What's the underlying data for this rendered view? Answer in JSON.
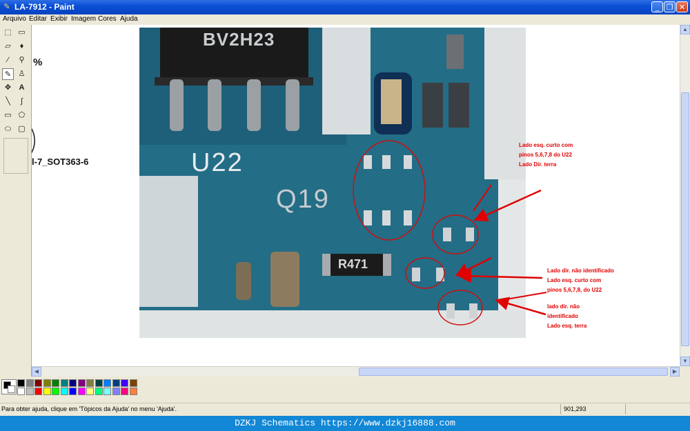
{
  "window": {
    "title": "LA-7912 - Paint",
    "buttons": {
      "minimize": "_",
      "maximize": "❐",
      "close": "✕"
    }
  },
  "menu": [
    "Arquivo",
    "Editar",
    "Exibir",
    "Imagem",
    "Cores",
    "Ajuda"
  ],
  "tools": [
    {
      "name": "free-select-icon",
      "glyph": "⬚"
    },
    {
      "name": "rect-select-icon",
      "glyph": "▭"
    },
    {
      "name": "eraser-icon",
      "glyph": "▱"
    },
    {
      "name": "fill-bucket-icon",
      "glyph": "♦"
    },
    {
      "name": "color-picker-icon",
      "glyph": "⁄"
    },
    {
      "name": "magnifier-icon",
      "glyph": "⚲"
    },
    {
      "name": "pencil-icon",
      "glyph": "✎"
    },
    {
      "name": "brush-icon",
      "glyph": "♙"
    },
    {
      "name": "airbrush-icon",
      "glyph": "✥"
    },
    {
      "name": "text-tool-icon",
      "glyph": "A"
    },
    {
      "name": "line-tool-icon",
      "glyph": "╲"
    },
    {
      "name": "curve-tool-icon",
      "glyph": "∫"
    },
    {
      "name": "rectangle-tool-icon",
      "glyph": "▭"
    },
    {
      "name": "polygon-tool-icon",
      "glyph": "⬠"
    },
    {
      "name": "ellipse-tool-icon",
      "glyph": "⬭"
    },
    {
      "name": "rounded-rect-tool-icon",
      "glyph": "▢"
    }
  ],
  "canvas": {
    "background_fragments": {
      "percent": "%",
      "part_label": "l-7_SOT363-6"
    },
    "photo_labels": {
      "top_chip": "BV2H23",
      "u22": "U22",
      "q19": "Q19",
      "resistor": "R471"
    },
    "annotations": [
      [
        "Lado esq. curto com",
        "pinos 5,6,7,8 do U22",
        "Lado Dir. terra"
      ],
      [
        "Lado dir. não identificado",
        "Lado esq. curto com",
        "pinos 5,6,7,8, do U22"
      ],
      [
        "lado dir. não",
        "identificado",
        "Lado esq. terra"
      ]
    ]
  },
  "palette": {
    "row1": [
      "#000000",
      "#808080",
      "#800000",
      "#808000",
      "#008000",
      "#008080",
      "#000080",
      "#800080",
      "#808040",
      "#004040",
      "#0080ff",
      "#004080",
      "#4000ff",
      "#804000"
    ],
    "row2": [
      "#ffffff",
      "#c0c0c0",
      "#ff0000",
      "#ffff00",
      "#00ff00",
      "#00ffff",
      "#0000ff",
      "#ff00ff",
      "#ffff80",
      "#00ff80",
      "#80ffff",
      "#8080ff",
      "#ff0080",
      "#ff8040"
    ],
    "primary": "#000000",
    "secondary": "#ffffff"
  },
  "status": {
    "help_text": "Para obter ajuda, clique em 'Tópicos da Ajuda' no menu 'Ajuda'.",
    "coords": "901,293"
  },
  "watermark": "DZKJ Schematics https://www.dzkj16888.com",
  "annotation_color": "#e00000"
}
